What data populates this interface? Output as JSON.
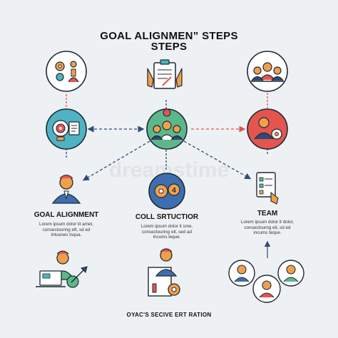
{
  "title": {
    "line1": "GOAL ALIGNMEN” STEPS",
    "line2": "STEPS"
  },
  "sections": [
    {
      "heading": "GOAL ALIGNMENT",
      "body": "Lorem ipsum dolor iit amet,\nconsectouring eft, sd ed\nintuones tsqua."
    },
    {
      "heading": "COLL SRTUCTIOR",
      "body": "Lorem ipsum dolor it sme,\nconsectouring elt, sed ad\nincums leque."
    },
    {
      "heading": "TEAM",
      "body": "Lorem ipsum dolor it dolor,\nconsectourng eit, sd ed\nincums teque."
    }
  ],
  "footer": "OYAC'S SECIVE ERT RATION",
  "watermark": "dreamstime",
  "nodes": [
    {
      "name": "gear-team-icon",
      "color": "#ffffff"
    },
    {
      "name": "clipboard-hands-icon",
      "color": "#ffffff"
    },
    {
      "name": "team-meeting-icon",
      "color": "#ffffff"
    },
    {
      "name": "target-document-icon",
      "color": "#4fb3c4"
    },
    {
      "name": "team-gear-icon",
      "color": "#5cb88a"
    },
    {
      "name": "person-gear-icon",
      "color": "#e5554f"
    },
    {
      "name": "gear-number-icon",
      "color": "#3d6fb0"
    }
  ],
  "colors": {
    "navy": "#2f4a7a",
    "orange": "#f0a04b",
    "red": "#e5554f",
    "teal": "#4fb3c4",
    "green": "#5cb88a",
    "blue": "#3d6fb0"
  }
}
